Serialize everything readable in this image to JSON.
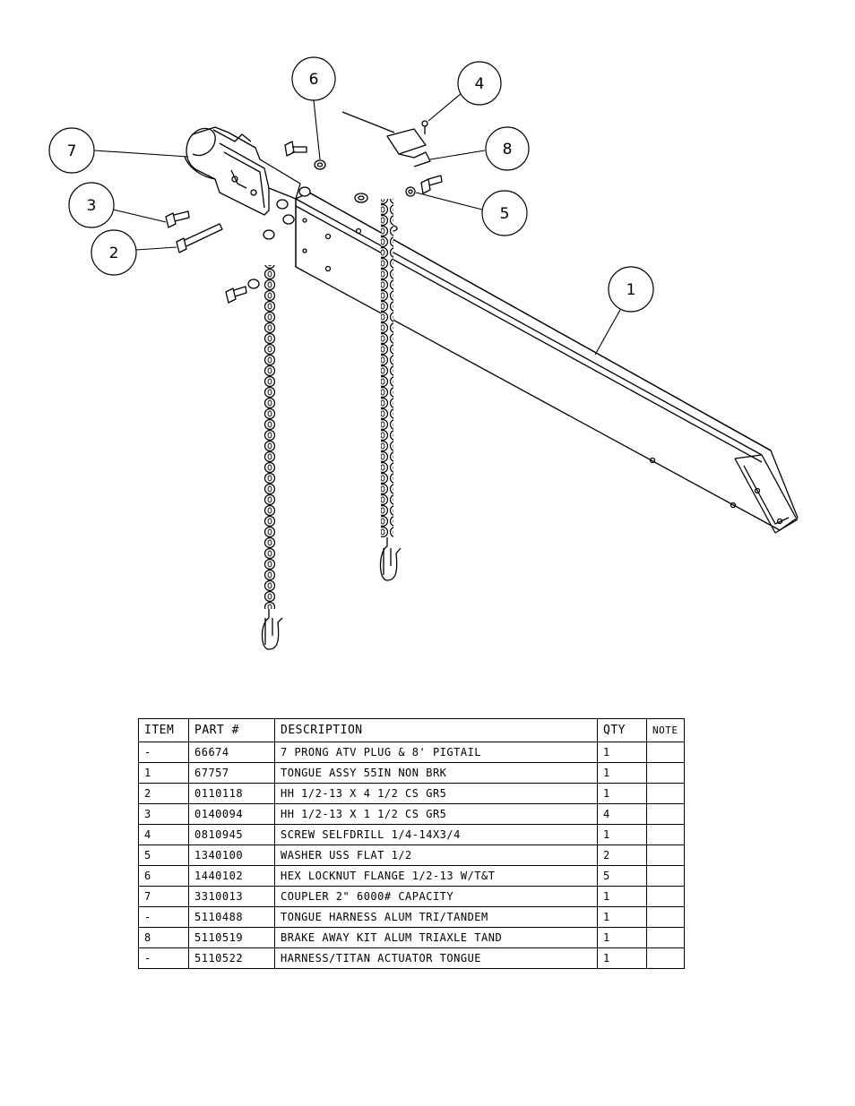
{
  "balloons": [
    {
      "id": "balloon-6",
      "label": "6"
    },
    {
      "id": "balloon-4",
      "label": "4"
    },
    {
      "id": "balloon-7",
      "label": "7"
    },
    {
      "id": "balloon-8",
      "label": "8"
    },
    {
      "id": "balloon-5",
      "label": "5"
    },
    {
      "id": "balloon-3",
      "label": "3"
    },
    {
      "id": "balloon-2",
      "label": "2"
    },
    {
      "id": "balloon-1",
      "label": "1"
    }
  ],
  "bom": {
    "headers": {
      "item": "ITEM",
      "part": "PART #",
      "description": "DESCRIPTION",
      "qty": "QTY",
      "note": "NOTE"
    },
    "rows": [
      {
        "item": "-",
        "part": "66674",
        "description": "7 PRONG ATV PLUG & 8' PIGTAIL",
        "qty": "1",
        "note": ""
      },
      {
        "item": "1",
        "part": "67757",
        "description": "TONGUE ASSY 55IN NON BRK",
        "qty": "1",
        "note": ""
      },
      {
        "item": "2",
        "part": "0110118",
        "description": "HH 1/2-13 X 4 1/2 CS GR5",
        "qty": "1",
        "note": ""
      },
      {
        "item": "3",
        "part": "0140094",
        "description": "HH 1/2-13 X 1 1/2 CS GR5",
        "qty": "4",
        "note": ""
      },
      {
        "item": "4",
        "part": "0810945",
        "description": "SCREW SELFDRILL  1/4-14X3/4",
        "qty": "1",
        "note": ""
      },
      {
        "item": "5",
        "part": "1340100",
        "description": "WASHER USS FLAT 1/2",
        "qty": "2",
        "note": ""
      },
      {
        "item": "6",
        "part": "1440102",
        "description": "HEX LOCKNUT FLANGE 1/2-13 W/T&T",
        "qty": "5",
        "note": ""
      },
      {
        "item": "7",
        "part": "3310013",
        "description": "COUPLER 2\" 6000# CAPACITY",
        "qty": "1",
        "note": ""
      },
      {
        "item": "-",
        "part": "5110488",
        "description": "TONGUE HARNESS ALUM TRI/TANDEM",
        "qty": "1",
        "note": ""
      },
      {
        "item": "8",
        "part": "5110519",
        "description": "BRAKE AWAY KIT ALUM TRIAXLE TAND",
        "qty": "1",
        "note": ""
      },
      {
        "item": "-",
        "part": "5110522",
        "description": "HARNESS/TITAN ACTUATOR TONGUE",
        "qty": "1",
        "note": ""
      }
    ]
  }
}
